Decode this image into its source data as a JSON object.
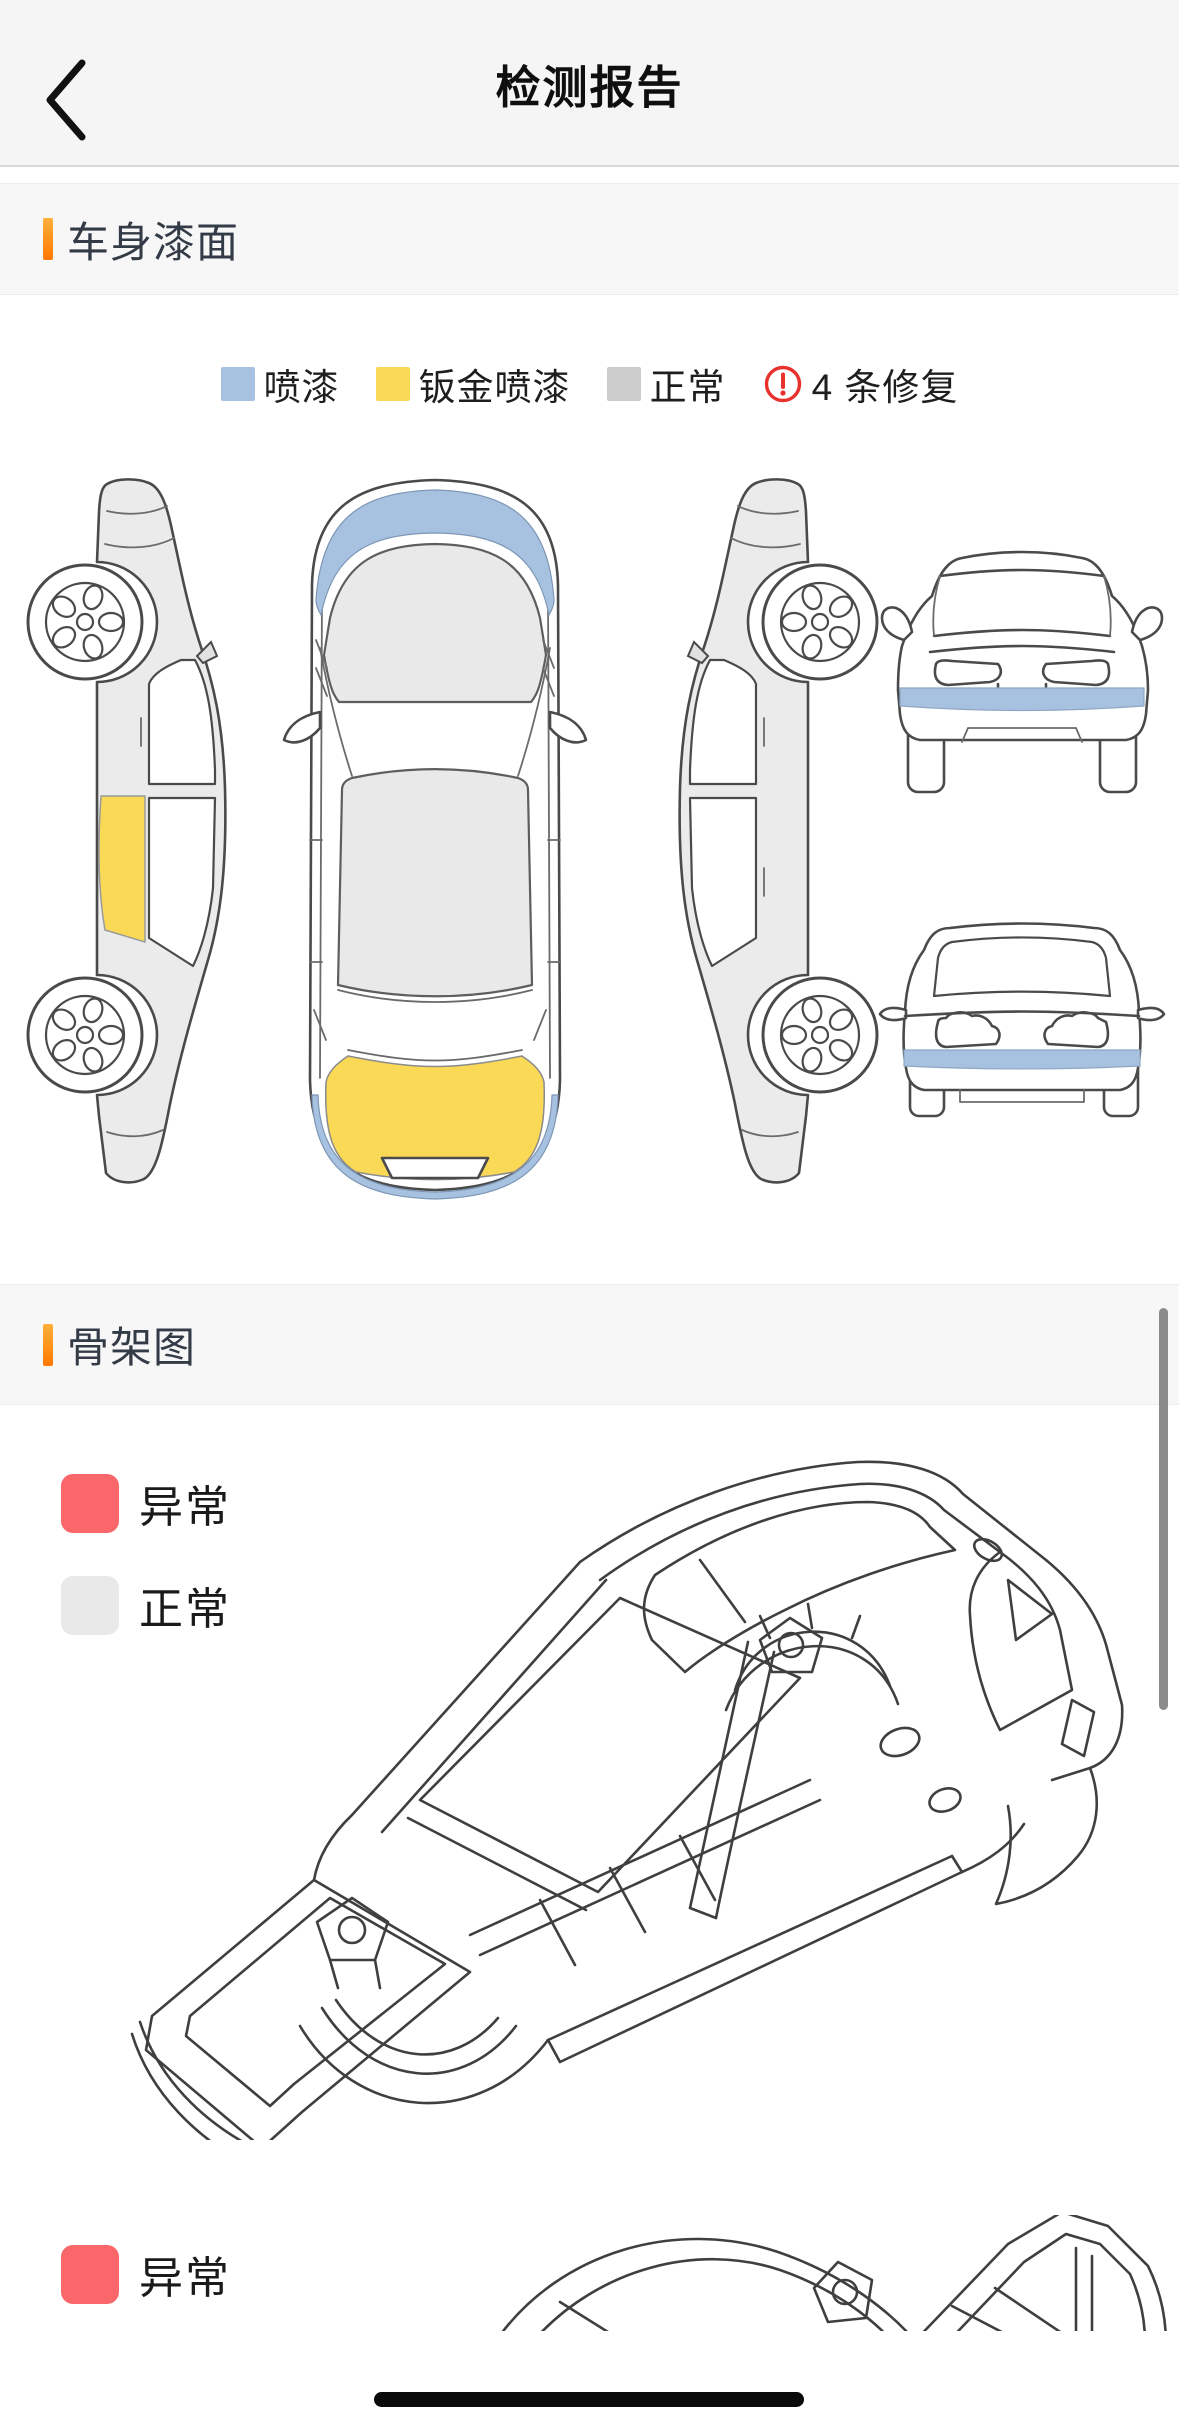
{
  "header": {
    "title": "检测报告"
  },
  "paint_section": {
    "title": "车身漆面",
    "legend": [
      {
        "label": "喷漆",
        "color": "#a7c1e0"
      },
      {
        "label": "钣金喷漆",
        "color": "#fad957"
      },
      {
        "label": "正常",
        "color": "#cccccc"
      }
    ],
    "repairs": {
      "text": "4 条修复",
      "icon_color": "#e8312d"
    }
  },
  "skeleton_section": {
    "title": "骨架图",
    "legend": [
      {
        "label": "异常",
        "color": "#f9676a"
      },
      {
        "label": "正常",
        "color": "#e9e9e9"
      }
    ],
    "legend_bottom": [
      {
        "label": "异常",
        "color": "#f9676a"
      }
    ]
  },
  "colors": {
    "accent_orange": "#ff8a00",
    "paint_blue": "#a7c1e0",
    "paint_blue_stroke": "#7d97b5",
    "paint_yellow": "#fad957",
    "abnormal_red": "#f9676a",
    "normal_gray": "#e9e9e9",
    "scrollbar_gray": "#8b8b8b"
  }
}
